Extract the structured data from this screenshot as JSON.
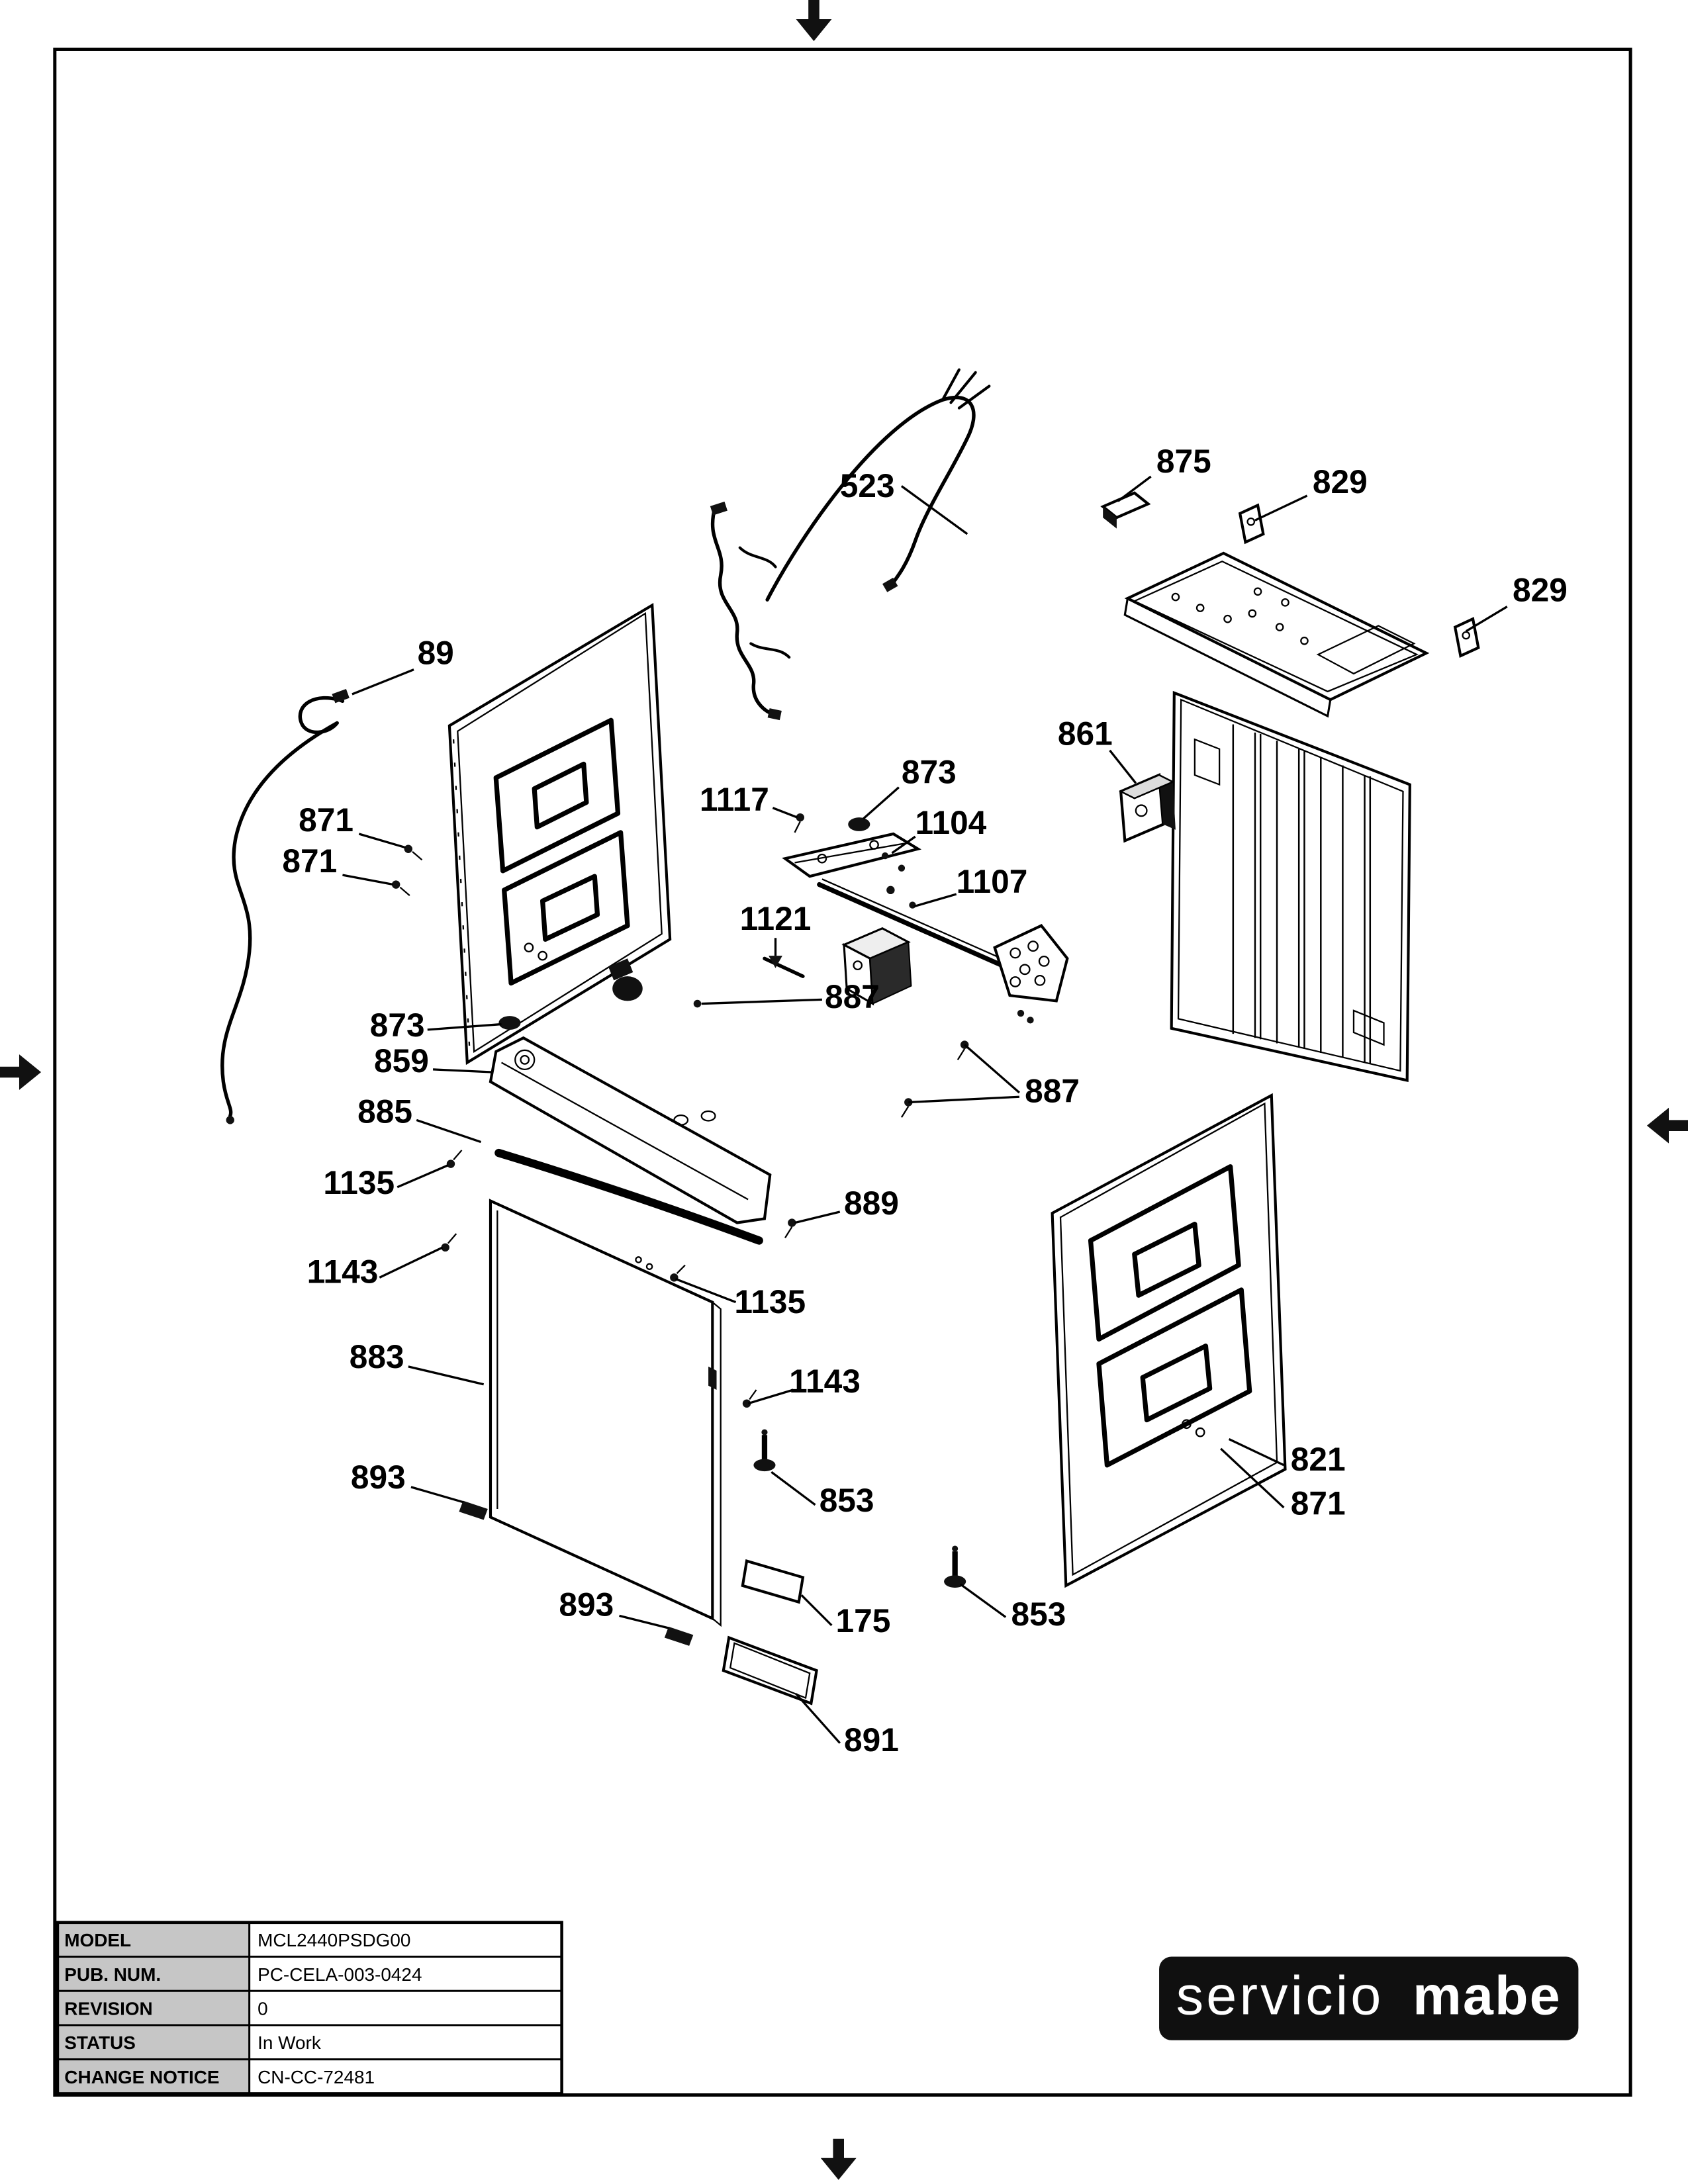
{
  "title_block": {
    "rows": [
      {
        "label": "MODEL",
        "value": "MCL2440PSDG00"
      },
      {
        "label": "PUB. NUM.",
        "value": "PC-CELA-003-0424"
      },
      {
        "label": "REVISION",
        "value": "0"
      },
      {
        "label": "STATUS",
        "value": "In Work"
      },
      {
        "label": "CHANGE NOTICE",
        "value": "CN-CC-72481"
      }
    ]
  },
  "logo": {
    "servicio": "servicio",
    "mabe": "mabe"
  },
  "callouts": [
    {
      "text": "523"
    },
    {
      "text": "875"
    },
    {
      "text": "829"
    },
    {
      "text": "829"
    },
    {
      "text": "89"
    },
    {
      "text": "871"
    },
    {
      "text": "871"
    },
    {
      "text": "873"
    },
    {
      "text": "1117"
    },
    {
      "text": "1104"
    },
    {
      "text": "1107"
    },
    {
      "text": "1121"
    },
    {
      "text": "861"
    },
    {
      "text": "887"
    },
    {
      "text": "873"
    },
    {
      "text": "859"
    },
    {
      "text": "885"
    },
    {
      "text": "1135"
    },
    {
      "text": "887"
    },
    {
      "text": "889"
    },
    {
      "text": "1143"
    },
    {
      "text": "1135"
    },
    {
      "text": "883"
    },
    {
      "text": "1143"
    },
    {
      "text": "821"
    },
    {
      "text": "871"
    },
    {
      "text": "893"
    },
    {
      "text": "853"
    },
    {
      "text": "893"
    },
    {
      "text": "175"
    },
    {
      "text": "853"
    },
    {
      "text": "891"
    }
  ],
  "colors": {
    "ink": "#000000",
    "paper": "#ffffff",
    "table_header_bg": "#c6c6c6",
    "logo_bg": "#101010"
  }
}
